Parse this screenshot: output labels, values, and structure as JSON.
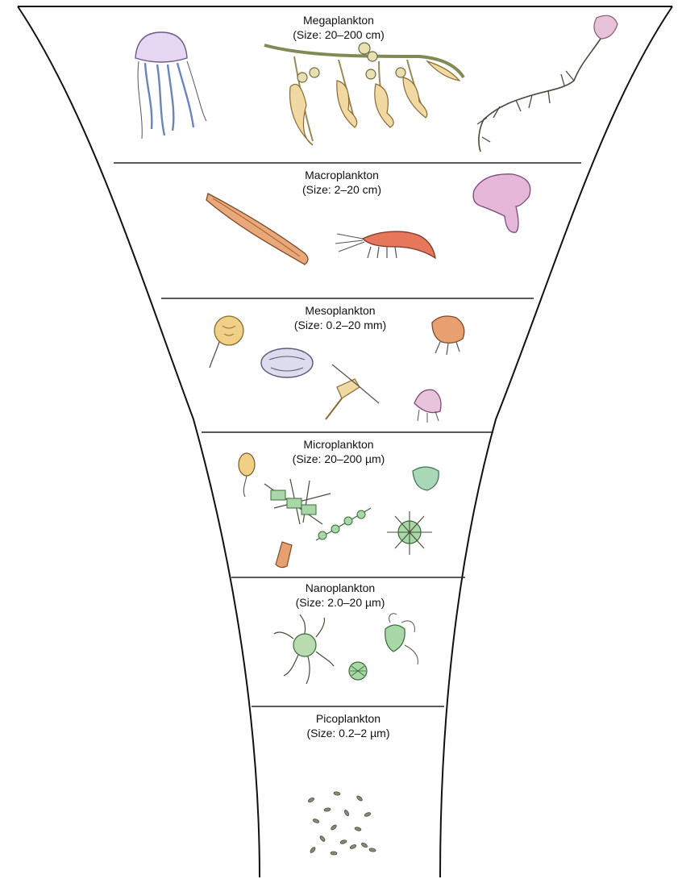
{
  "diagram": {
    "tiers": [
      {
        "id": "mega",
        "title": "Megaplankton",
        "size": "(Size: 20–200 cm)"
      },
      {
        "id": "macro",
        "title": "Macroplankton",
        "size": "(Size: 2–20 cm)"
      },
      {
        "id": "meso",
        "title": "Mesoplankton",
        "size": "(Size: 0.2–20 mm)"
      },
      {
        "id": "micro",
        "title": "Microplankton",
        "size": "(Size: 20–200 µm)"
      },
      {
        "id": "nano",
        "title": "Nanoplankton",
        "size": "(Size: 2.0–20 µm)"
      },
      {
        "id": "pico",
        "title": "Picoplankton",
        "size": "(Size: 0.2–2 µm)"
      }
    ]
  }
}
